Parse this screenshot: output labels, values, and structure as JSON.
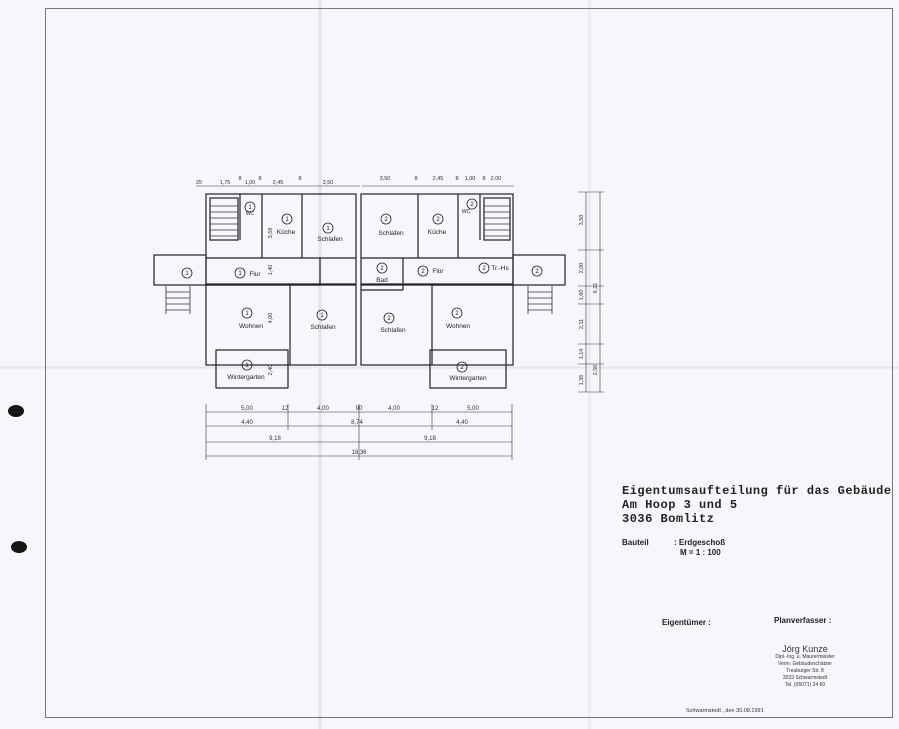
{
  "title_block": {
    "line1": "Eigentumsaufteilung für das Gebäude",
    "line2": "Am Hoop 3 und 5",
    "line3": "3036 Bomlitz"
  },
  "bauteil": {
    "label": "Bauteil",
    "value": ": Erdgeschoß",
    "scale": "M = 1 : 100"
  },
  "eigentuemer_label": "Eigentümer :",
  "planverfasser_label": "Planverfasser :",
  "stamp": {
    "name": "Jörg Kunze",
    "line1": "Dipl.-Ing. u. Maurermeister",
    "line2": "Verm. Gebäudeschätzer",
    "line3": "Treuburger Str. 8",
    "line4": "3033 Schwarmstedt",
    "line5": "Tel. (05071) 24 60"
  },
  "date_line": "Schwarmstedt , den 30.08.1991",
  "rooms": {
    "kueche_l": "Küche",
    "schlafen_lt": "Schlafen",
    "flur_l": "Flur",
    "wohnen_l": "Wohnen",
    "schlafen_lm": "Schlafen",
    "winter_l": "Wintergarten",
    "schlafen_rt": "Schlafen",
    "kueche_r": "Küche",
    "bad_r": "Bad",
    "flur_r": "Flur",
    "trhs_r": "Tr.-Hs",
    "schlafen_rm": "Schlafen",
    "wohnen_r": "Wohnen",
    "winter_r": "Wintergarten",
    "wc_l": "WC",
    "wc_r": "WC"
  },
  "unit_numbers": {
    "left": "1",
    "right": "2"
  },
  "dims_top": {
    "a": "25",
    "b": "1,75",
    "c": "8",
    "d": "1,00",
    "e": "8",
    "f": "2,45",
    "g": "8",
    "h": "3,50",
    "i": "3,50",
    "j": "8",
    "k": "2,45",
    "l": "8",
    "m": "1,00",
    "n": "8",
    "o": "2,00"
  },
  "dims_bottom": {
    "r1a": "5,00",
    "r1b": "12",
    "r1c": "4,00",
    "r1d": "90",
    "r1e": "4,00",
    "r1f": "12",
    "r1g": "5,00",
    "r2a": "4,40",
    "r2b": "8,74",
    "r2c": "4,40",
    "r3a": "9,18",
    "r3b": "9,18",
    "r4": "18,36"
  },
  "dims_right": {
    "a": "3,50",
    "b": "2,00",
    "c": "1,60",
    "d": "2,11",
    "e": "1,14",
    "f": "2,50",
    "g": "1,36",
    "total": "9,21"
  },
  "dims_inner": {
    "a": "3,59",
    "b": "1,40",
    "c": "4,00",
    "d": "2,40"
  }
}
